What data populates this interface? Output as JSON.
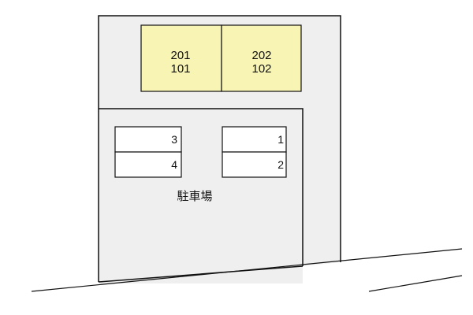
{
  "building": {
    "units": [
      {
        "upper": "201",
        "lower": "101"
      },
      {
        "upper": "202",
        "lower": "102"
      }
    ]
  },
  "parking": {
    "label": "駐車場",
    "left_slots": [
      "3",
      "4"
    ],
    "right_slots": [
      "1",
      "2"
    ]
  },
  "colors": {
    "lot_fill": "#efefef",
    "unit_fill": "#f8f5b4",
    "outline": "#111111",
    "slot_fill": "#ffffff"
  }
}
